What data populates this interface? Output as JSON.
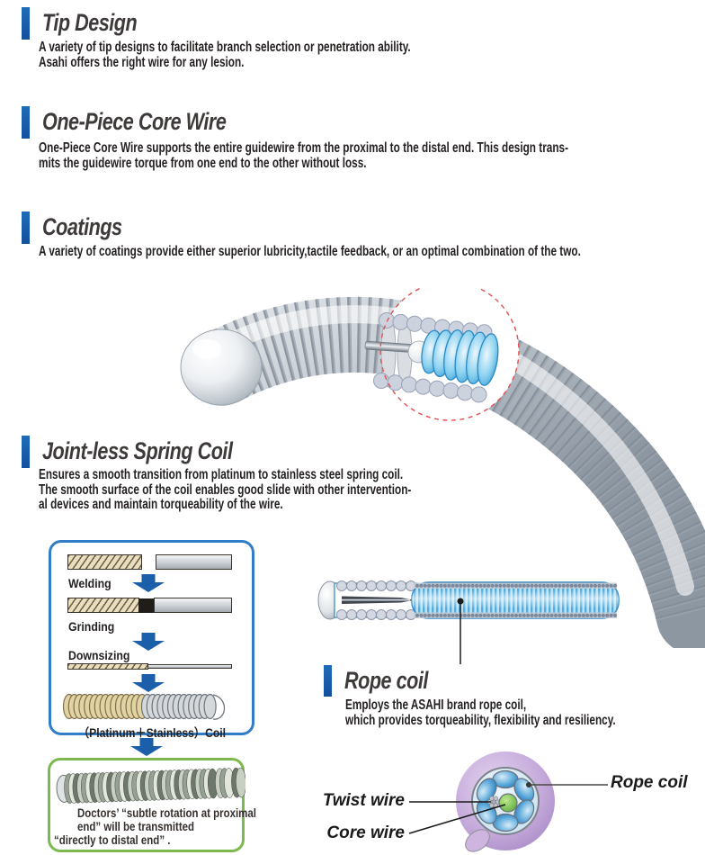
{
  "sections": [
    {
      "title": "Tip Design",
      "body": [
        "A variety of tip designs to facilitate branch selection or penetration ability.",
        "Asahi offers the right wire for any lesion."
      ]
    },
    {
      "title": "One-Piece Core Wire",
      "body": [
        "One-Piece Core Wire supports the entire guidewire from the proximal to the distal end. This design trans-",
        "mits the guidewire torque from one end to the other without loss."
      ]
    },
    {
      "title": "Coatings",
      "body": [
        "A variety of coatings provide either superior lubricity,tactile feedback, or an optimal combination of the two."
      ]
    },
    {
      "title": "Joint-less Spring Coil",
      "body": [
        "Ensures a smooth transition from platinum to stainless steel spring coil.",
        "The smooth surface of the coil enables good slide with other intervention-",
        "al devices and maintain torqueability of the wire."
      ]
    },
    {
      "title": "Rope coil",
      "body": [
        "Employs the ASAHI brand rope coil,",
        "which provides torqueability, flexibility and resiliency."
      ]
    }
  ],
  "process_box": {
    "steps": [
      "Welding",
      "Grinding",
      "Downsizing"
    ],
    "caption": "（Platinum＋Stainless）Coil"
  },
  "result_box": {
    "lines": [
      "Doctors’ “subtle rotation at proximal",
      "end” will be transmitted",
      "“directly to distal end” ."
    ]
  },
  "cross_section_labels": {
    "twist": "Twist wire",
    "core": "Core wire",
    "rope": "Rope coil"
  },
  "colors": {
    "accent": "#1e6cb8",
    "heading": "#3e3a39",
    "body": "#231f1f",
    "arrow": "#1b5eaa",
    "box_blue": "#2f7ec7",
    "box_green": "#7cb94e",
    "platinum": "#e9dfc0",
    "platinum_ring": "#e2d3a2",
    "stainless_ring": "#d4d8db",
    "rope_blue": "#4fa9dc",
    "rope_blue_light": "#b7e1f5",
    "cross_purple": "#c4a9da",
    "cross_inner_blue": "#c2def0",
    "cross_strand_blue": "#1b69ae",
    "core_green": "#54a636",
    "highlight_ring_red": "#e35050"
  }
}
